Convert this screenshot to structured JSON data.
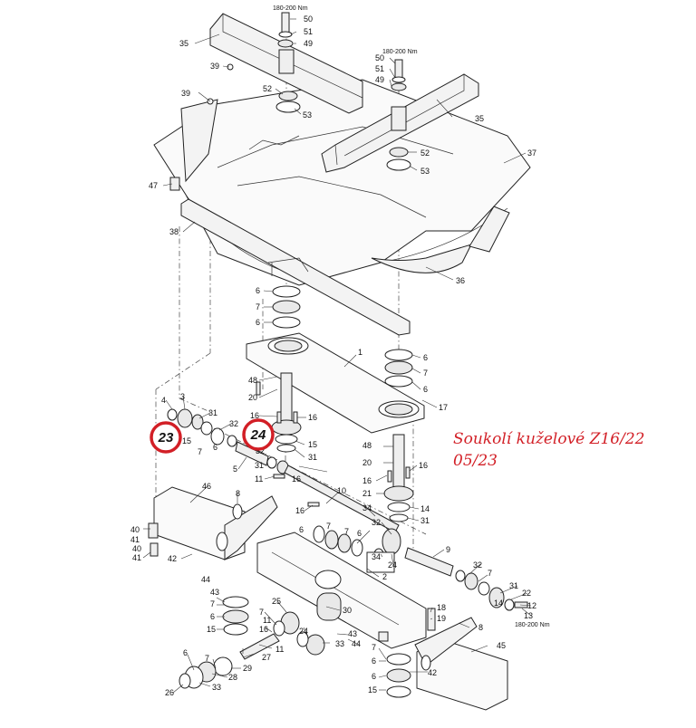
{
  "caption": {
    "line1": "Soukolí kuželové Z16/22",
    "line2": "05/23",
    "color": "#d21f26"
  },
  "badges": [
    {
      "label": "23",
      "ring_color": "#d21f26"
    },
    {
      "label": "24",
      "ring_color": "#d21f26"
    }
  ],
  "torque_note": "180-200 Nm",
  "callouts": {
    "n1": "1",
    "n2": "2",
    "n3": "3",
    "n4": "4",
    "n5": "5",
    "n6": "6",
    "n7": "7",
    "n8": "8",
    "n9": "9",
    "n10": "10",
    "n11": "11",
    "n12": "12",
    "n13": "13",
    "n14": "14",
    "n15": "15",
    "n16": "16",
    "n17": "17",
    "n18": "18",
    "n19": "19",
    "n20": "20",
    "n21": "21",
    "n22": "22",
    "n24": "24",
    "n25": "25",
    "n26": "26",
    "n27": "27",
    "n28": "28",
    "n29": "29",
    "n30": "30",
    "n31": "31",
    "n32": "32",
    "n33": "33",
    "n34": "34",
    "n35": "35",
    "n36": "36",
    "n37": "37",
    "n38": "38",
    "n39": "39",
    "n40": "40",
    "n41": "41",
    "n42": "42",
    "n43": "43",
    "n44": "44",
    "n45": "45",
    "n46": "46",
    "n47": "47",
    "n48": "48",
    "n49": "49",
    "n50": "50",
    "n51": "51",
    "n52": "52",
    "n53": "53"
  }
}
